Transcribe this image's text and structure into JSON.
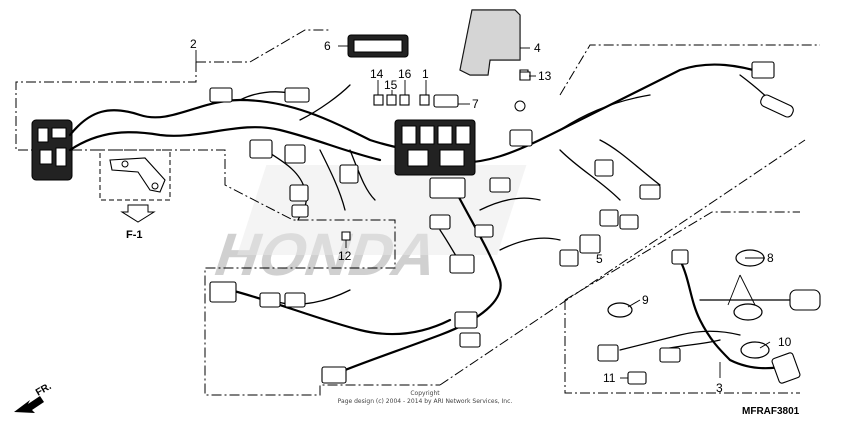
{
  "diagram": {
    "callouts": {
      "c1": "1",
      "c2": "2",
      "c3": "3",
      "c4": "4",
      "c5": "5",
      "c6": "6",
      "c7": "7",
      "c8": "8",
      "c9": "9",
      "c10": "10",
      "c11": "11",
      "c12": "12",
      "c13": "13",
      "c14": "14",
      "c15": "15",
      "c16": "16"
    },
    "view_label": "F-1",
    "direction_label": "FR.",
    "code": "MFRAF3801",
    "copyright": {
      "line1": "Copyright",
      "line2": "Page design (c) 2004 - 2014 by ARI Network Services, Inc."
    },
    "watermark": "HONDA"
  }
}
